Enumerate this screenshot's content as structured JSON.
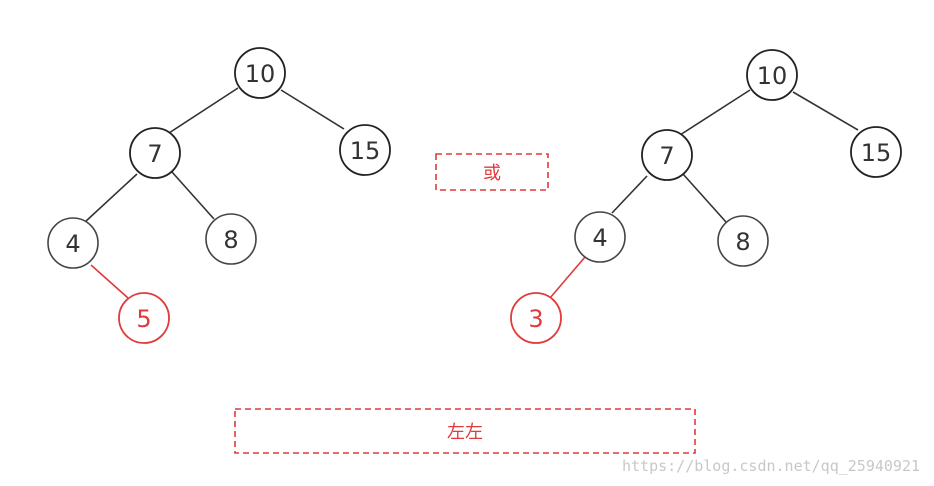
{
  "colors": {
    "default_stroke": "#333333",
    "highlight": "#e03a3a",
    "watermark": "#c8c8c8"
  },
  "left_tree": {
    "nodes": [
      {
        "id": "n10",
        "label": "10",
        "highlight": false
      },
      {
        "id": "n7",
        "label": "7",
        "highlight": false
      },
      {
        "id": "n15",
        "label": "15",
        "highlight": false
      },
      {
        "id": "n4",
        "label": "4",
        "highlight": false
      },
      {
        "id": "n8",
        "label": "8",
        "highlight": false
      },
      {
        "id": "n5",
        "label": "5",
        "highlight": true
      }
    ]
  },
  "right_tree": {
    "nodes": [
      {
        "id": "n10",
        "label": "10",
        "highlight": false
      },
      {
        "id": "n7",
        "label": "7",
        "highlight": false
      },
      {
        "id": "n15",
        "label": "15",
        "highlight": false
      },
      {
        "id": "n4",
        "label": "4",
        "highlight": false
      },
      {
        "id": "n8",
        "label": "8",
        "highlight": false
      },
      {
        "id": "n3",
        "label": "3",
        "highlight": true
      }
    ]
  },
  "or_box_label": "或",
  "case_box_label": "左左",
  "watermark": "https://blog.csdn.net/qq_25940921"
}
